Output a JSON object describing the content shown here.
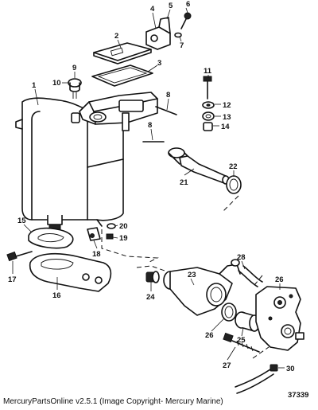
{
  "diagram": {
    "callouts": [
      {
        "id": "c1",
        "label": "1"
      },
      {
        "id": "c2",
        "label": "2"
      },
      {
        "id": "c3",
        "label": "3"
      },
      {
        "id": "c4",
        "label": "4"
      },
      {
        "id": "c5",
        "label": "5"
      },
      {
        "id": "c6",
        "label": "6"
      },
      {
        "id": "c7",
        "label": "7"
      },
      {
        "id": "c8a",
        "label": "8"
      },
      {
        "id": "c8b",
        "label": "8"
      },
      {
        "id": "c9",
        "label": "9"
      },
      {
        "id": "c10",
        "label": "10"
      },
      {
        "id": "c11",
        "label": "11"
      },
      {
        "id": "c12",
        "label": "12"
      },
      {
        "id": "c13",
        "label": "13"
      },
      {
        "id": "c14",
        "label": "14"
      },
      {
        "id": "c15",
        "label": "15"
      },
      {
        "id": "c16",
        "label": "16"
      },
      {
        "id": "c17",
        "label": "17"
      },
      {
        "id": "c18",
        "label": "18"
      },
      {
        "id": "c19",
        "label": "19"
      },
      {
        "id": "c20",
        "label": "20"
      },
      {
        "id": "c21",
        "label": "21"
      },
      {
        "id": "c22",
        "label": "22"
      },
      {
        "id": "c23",
        "label": "23"
      },
      {
        "id": "c24",
        "label": "24"
      },
      {
        "id": "c25",
        "label": "25"
      },
      {
        "id": "c26a",
        "label": "26"
      },
      {
        "id": "c26b",
        "label": "26"
      },
      {
        "id": "c27",
        "label": "27"
      },
      {
        "id": "c28",
        "label": "28"
      },
      {
        "id": "c30",
        "label": "30"
      }
    ]
  },
  "footer": {
    "copyright": "MercuryPartsOnline v2.5.1 (Image Copyright- Mercury Marine)",
    "diagram_code": "37339"
  }
}
